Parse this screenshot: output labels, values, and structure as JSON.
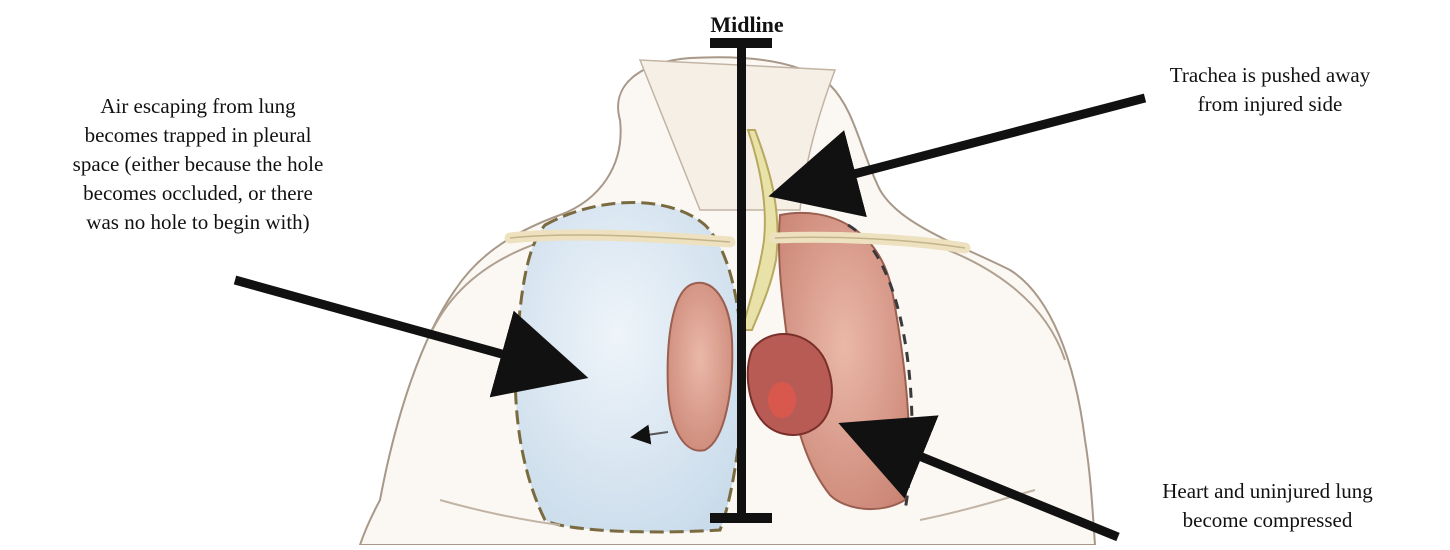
{
  "midline": {
    "label": "Midline"
  },
  "annotations": {
    "air": {
      "lines": [
        "Air escaping from lung",
        "becomes trapped in pleural",
        "space (either because the hole",
        "becomes occluded, or there",
        "was no hole to begin with)"
      ]
    },
    "trachea": {
      "lines": [
        "Trachea is pushed away",
        "from injured side"
      ]
    },
    "heart": {
      "lines": [
        "Heart and uninjured lung",
        "become compressed"
      ]
    }
  },
  "colors": {
    "ink": "#111111",
    "skin_outline": "#a89888",
    "injured_lung_fill": "#d6e4ef",
    "uninjured_lung_fill": "#d9988a",
    "heart_fill": "#b95b55",
    "heart_highlight": "#e0584b",
    "trachea_fill": "#e9e2a8",
    "pleura_outline": "#7a6a3f",
    "rib_fill": "#ede1bf"
  }
}
